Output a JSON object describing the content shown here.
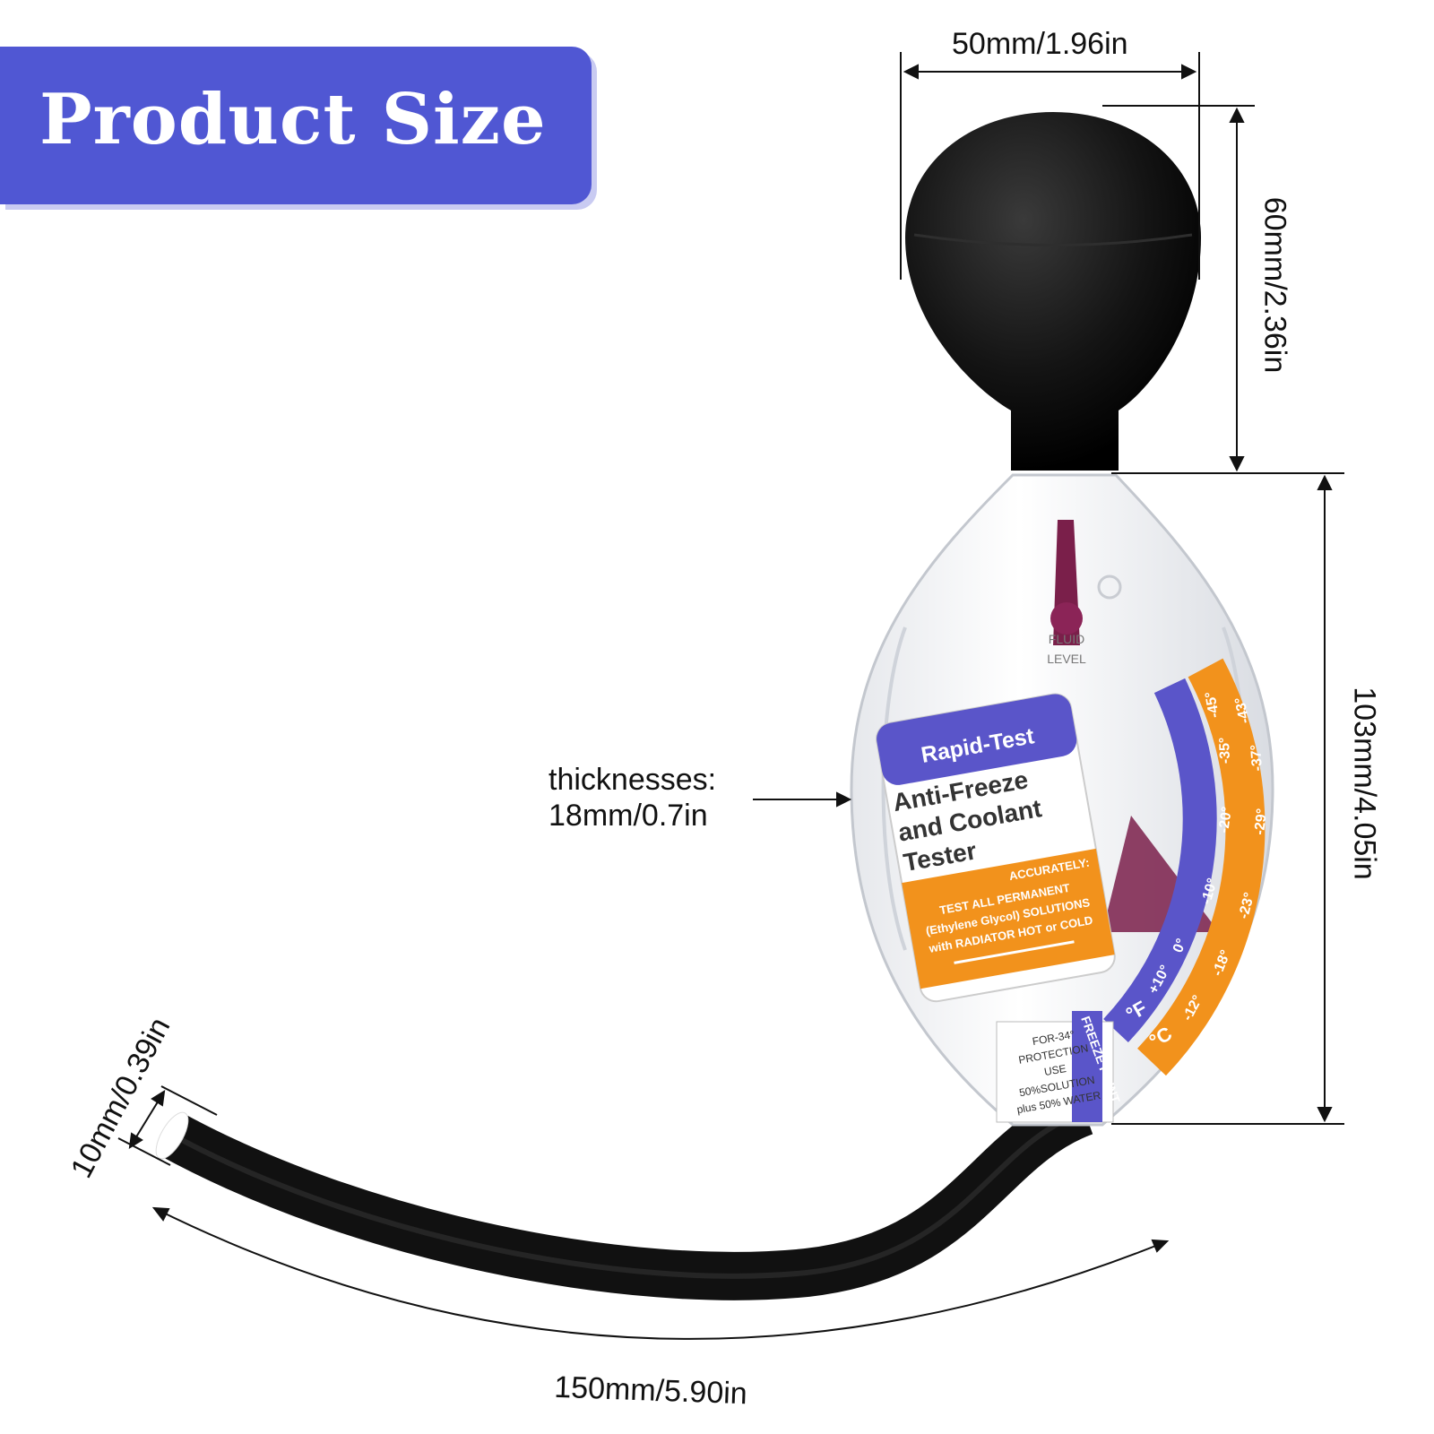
{
  "banner": {
    "title": "Product Size"
  },
  "dimensions": {
    "bulb_width": "50mm/1.96in",
    "bulb_height": "60mm/2.36in",
    "body_height": "103mm/4.05in",
    "thickness_label": "thicknesses:",
    "thickness_value": "18mm/0.7in",
    "tube_diameter": "10mm/0.39in",
    "tube_length": "150mm/5.90in"
  },
  "label": {
    "brand": "Rapid-Test",
    "title_line1": "Anti-Freeze",
    "title_line2": "and Coolant",
    "title_line3": "Tester",
    "accurately": "ACCURATELY:",
    "line1": "TEST ALL  PERMANENT",
    "line2": "(Ethylene Glycol) SOLUTIONS",
    "line3": "with RADIATOR HOT or COLD"
  },
  "fluid_level": {
    "line1": "FLUID",
    "line2": "LEVEL"
  },
  "scale": {
    "f_unit": "°F",
    "c_unit": "°C",
    "f_ticks": [
      "+10°",
      "0°",
      "-10°",
      "-20°",
      "-35°",
      "-45°"
    ],
    "c_ticks": [
      "-12°",
      "-18°",
      "-23°",
      "-29°",
      "-37°",
      "-43°"
    ],
    "freeze_point": "FREEZE POINT",
    "protection": [
      "FOR-34°",
      "PROTECTION",
      "USE",
      "50%SOLUTION",
      "plus 50% WATER"
    ]
  },
  "colors": {
    "banner": "#5057d3",
    "purple": "#5a55c9",
    "orange": "#f2921c",
    "rubber": "#111111"
  }
}
